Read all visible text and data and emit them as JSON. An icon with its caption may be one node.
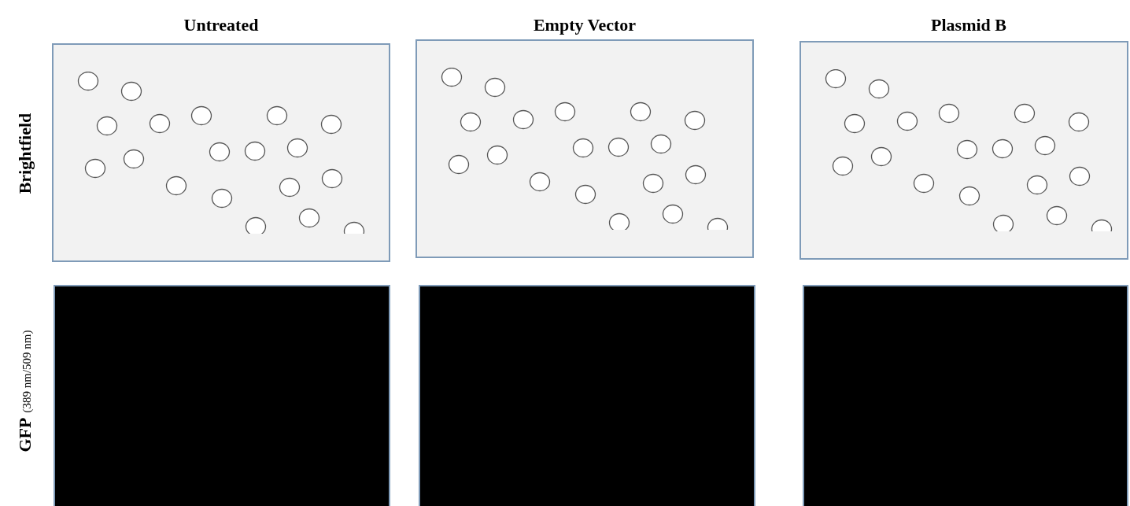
{
  "diagram": {
    "labels": [
      "Untreated",
      "Empty Vector",
      "Plasmid B",
      "Brightfield",
      "GFP",
      "(389 nm/509 nm)"
    ]
  }
}
